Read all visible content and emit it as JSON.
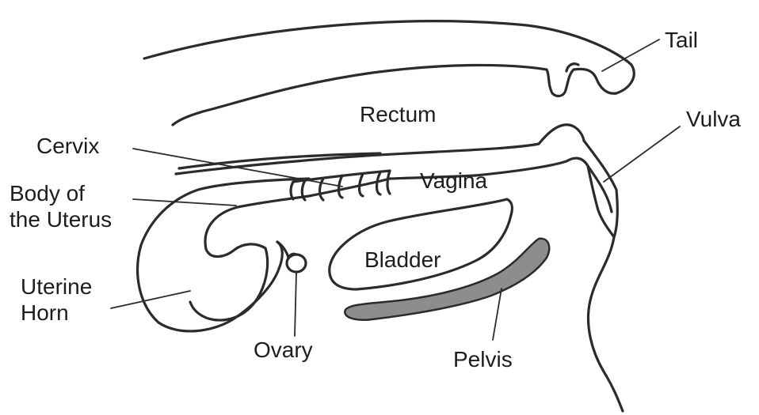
{
  "labels": {
    "tail": "Tail",
    "rectum": "Rectum",
    "vulva": "Vulva",
    "cervix": "Cervix",
    "vagina": "Vagina",
    "body_of_uterus_line1": "Body of",
    "body_of_uterus_line2": "the Uterus",
    "bladder": "Bladder",
    "uterine_horn_line1": "Uterine",
    "uterine_horn_line2": "Horn",
    "ovary": "Ovary",
    "pelvis": "Pelvis"
  },
  "colors": {
    "outline": "#2b2b2b",
    "pelvis_fill": "#8d8d8d",
    "background": "#ffffff"
  }
}
